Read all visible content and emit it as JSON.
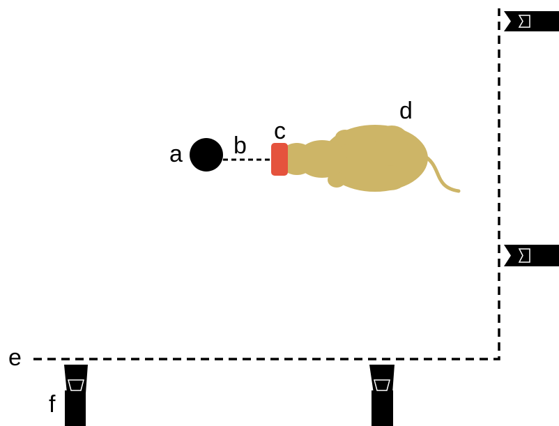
{
  "labels": {
    "a": "a",
    "b": "b",
    "c": "c",
    "d": "d",
    "e": "e",
    "f": "f"
  },
  "colors": {
    "ink": "#000000",
    "mouse_body": "#cdb567",
    "headpiece": "#e5533d",
    "background": "#ffffff"
  },
  "icons": {
    "object": "black-disc-icon",
    "mouse": "mouse-top-view-icon",
    "camera": "camera-icon"
  }
}
